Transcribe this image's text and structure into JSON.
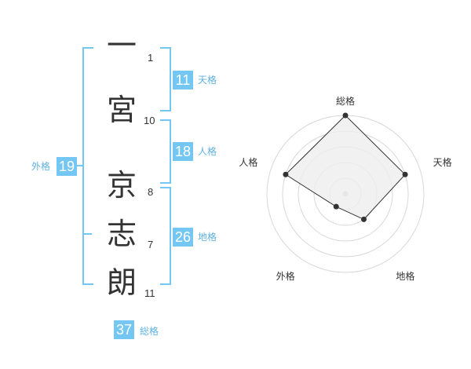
{
  "name": {
    "characters": [
      {
        "char": "一",
        "strokes": "1"
      },
      {
        "char": "宮",
        "strokes": "10"
      },
      {
        "char": "京",
        "strokes": "8"
      },
      {
        "char": "志",
        "strokes": "7"
      },
      {
        "char": "朗",
        "strokes": "11"
      }
    ]
  },
  "fortune": {
    "tenkaku": {
      "value": "11",
      "label": "天格"
    },
    "jinkaku": {
      "value": "18",
      "label": "人格"
    },
    "chikaku": {
      "value": "26",
      "label": "地格"
    },
    "gaikaku": {
      "value": "19",
      "label": "外格"
    },
    "soukaku": {
      "value": "37",
      "label": "総格"
    }
  },
  "chart_data": {
    "type": "radar",
    "axes": [
      "総格",
      "天格",
      "地格",
      "外格",
      "人格"
    ],
    "values": [
      5,
      4,
      2,
      1,
      4
    ],
    "rmax": 5,
    "rings": 5,
    "fill": "#eeeeee",
    "line": "#333333",
    "ring_color": "#d8d8d8"
  },
  "colors": {
    "accent": "#74c7f2",
    "accent_text": "#5fb2e0"
  }
}
